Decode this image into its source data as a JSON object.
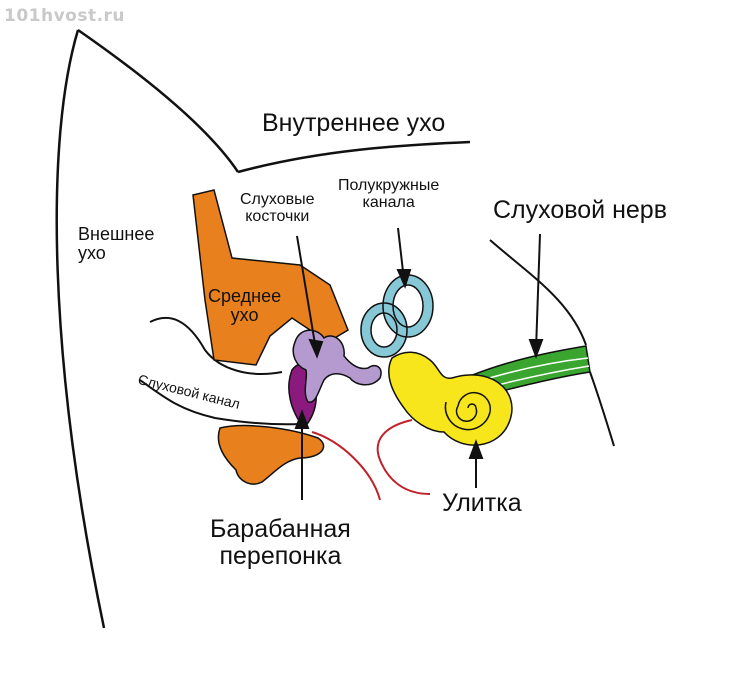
{
  "watermark": "101hvost.ru",
  "labels": {
    "inner_ear": "Внутреннее ухо",
    "outer_ear_line1": "Внешнее",
    "outer_ear_line2": "ухо",
    "middle_ear_line1": "Среднее",
    "middle_ear_line2": "ухо",
    "ossicles_line1": "Слуховые",
    "ossicles_line2": "косточки",
    "semicircular_line1": "Полукружные",
    "semicircular_line2": "канала",
    "auditory_nerve": "Слуховой нерв",
    "ear_canal": "Слуховой канал",
    "eardrum_line1": "Барабанная",
    "eardrum_line2": "перепонка",
    "cochlea": "Улитка"
  },
  "colors": {
    "middle_ear": "#e8801e",
    "ossicles": "#b59ad0",
    "eardrum": "#8b1a7e",
    "semicircular": "#86c8d6",
    "cochlea": "#f7e61c",
    "nerve": "#3aa62f",
    "vessel": "#c0222a",
    "outline": "#111111"
  }
}
